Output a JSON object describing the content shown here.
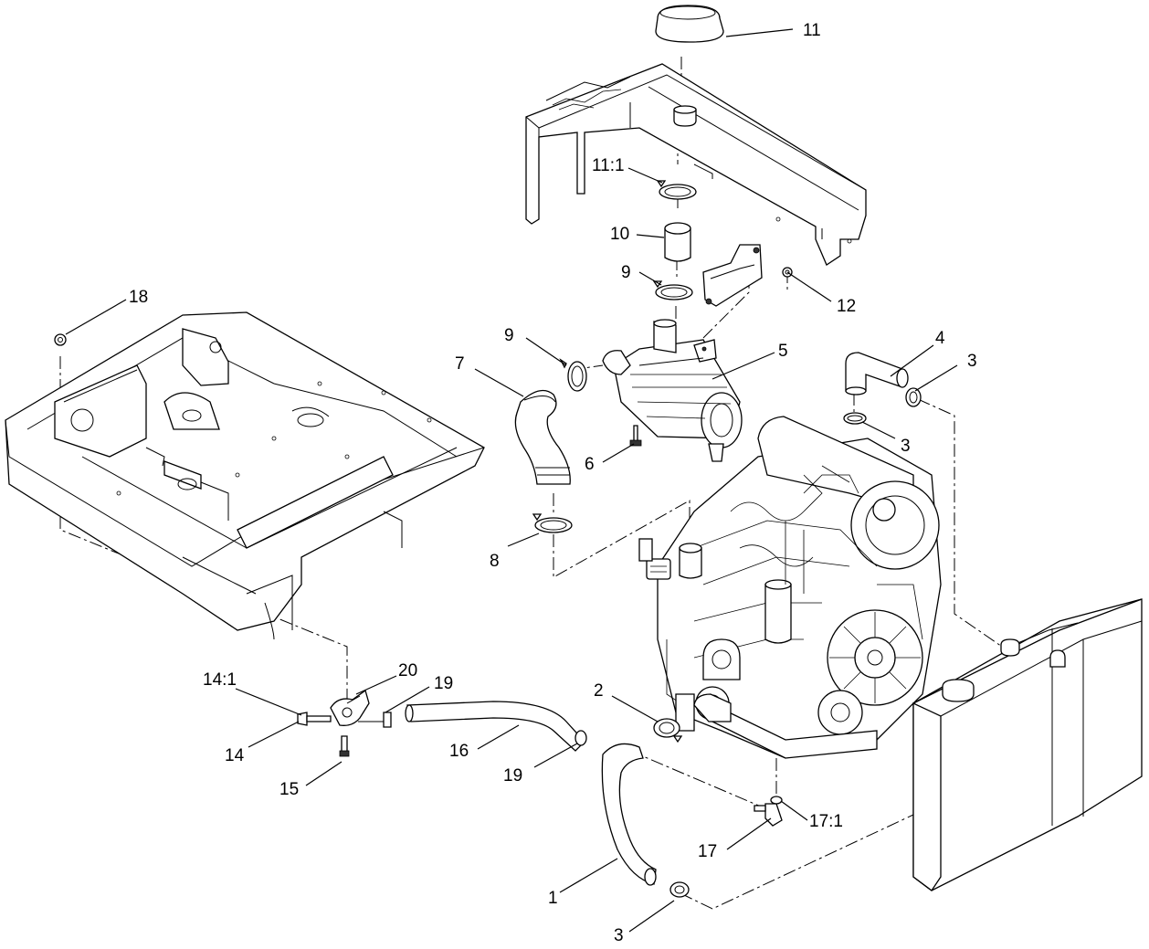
{
  "diagram": {
    "callouts": [
      {
        "id": "c11",
        "label": "11"
      },
      {
        "id": "c11_1",
        "label": "11:1"
      },
      {
        "id": "c10",
        "label": "10"
      },
      {
        "id": "c9a",
        "label": "9"
      },
      {
        "id": "c12",
        "label": "12"
      },
      {
        "id": "c18",
        "label": "18"
      },
      {
        "id": "c9b",
        "label": "9"
      },
      {
        "id": "c7",
        "label": "7"
      },
      {
        "id": "c5",
        "label": "5"
      },
      {
        "id": "c4",
        "label": "4"
      },
      {
        "id": "c3a",
        "label": "3"
      },
      {
        "id": "c3b",
        "label": "3"
      },
      {
        "id": "c6",
        "label": "6"
      },
      {
        "id": "c8",
        "label": "8"
      },
      {
        "id": "c14_1",
        "label": "14:1"
      },
      {
        "id": "c20",
        "label": "20"
      },
      {
        "id": "c19a",
        "label": "19"
      },
      {
        "id": "c2",
        "label": "2"
      },
      {
        "id": "c14",
        "label": "14"
      },
      {
        "id": "c16",
        "label": "16"
      },
      {
        "id": "c19b",
        "label": "19"
      },
      {
        "id": "c15",
        "label": "15"
      },
      {
        "id": "c17_1",
        "label": "17:1"
      },
      {
        "id": "c17",
        "label": "17"
      },
      {
        "id": "c1",
        "label": "1"
      },
      {
        "id": "c3c",
        "label": "3"
      }
    ]
  }
}
